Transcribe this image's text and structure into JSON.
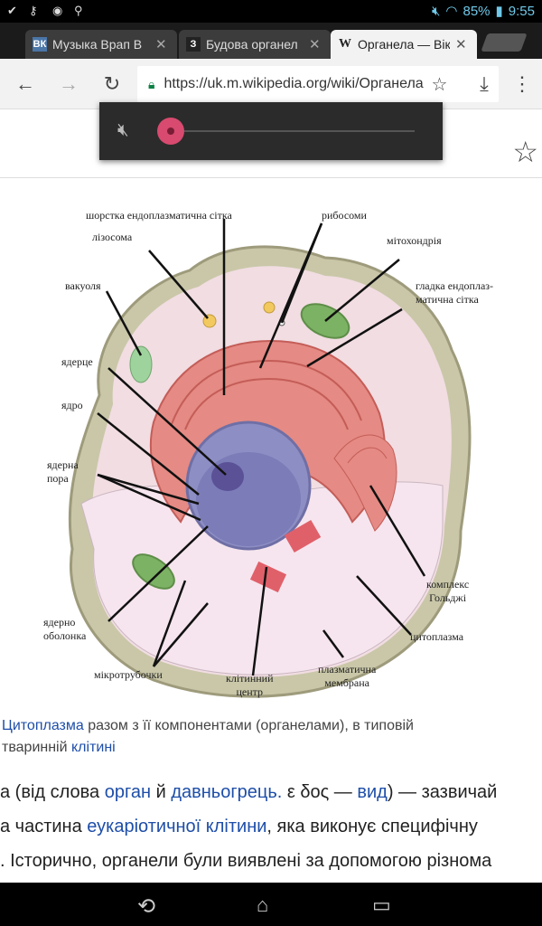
{
  "status": {
    "battery": "85%",
    "time": "9:55"
  },
  "tabs": [
    {
      "favicon": "ВК",
      "title": "Музыка Врап В",
      "active": false
    },
    {
      "favicon": "З",
      "title": "Будова органел",
      "active": false
    },
    {
      "favicon": "W",
      "title": "Органела — Вікі",
      "active": true
    }
  ],
  "toolbar": {
    "url": "https://uk.m.wikipedia.org/wiki/Органела"
  },
  "figure": {
    "labels": {
      "rough_er": "шорстка ендоплазматична сітка",
      "ribosomes": "рибосоми",
      "lysosome": "лізосома",
      "mitochondria": "мітохондрія",
      "vacuole": "вакуоля",
      "smooth_er_1": "гладка ендоплаз-",
      "smooth_er_2": "матична сітка",
      "nucleolus": "ядерце",
      "nucleus": "ядро",
      "nuclear_pore_1": "ядерна",
      "nuclear_pore_2": "пора",
      "golgi_1": "комплекс",
      "golgi_2": "Гольджі",
      "nuclear_envelope_1": "ядерно",
      "nuclear_envelope_2": "оболонка",
      "cytoplasm": "цитоплазма",
      "microtubules": "мікротрубочки",
      "centre_1": "клітинний",
      "centre_2": "центр",
      "membrane_1": "плазматична",
      "membrane_2": "мембрана"
    }
  },
  "caption": {
    "link1": "Цитоплазма",
    "text1": " разом з її компонентами (органелами), в типовій",
    "text2": "тваринній ",
    "link2": "клітині"
  },
  "body": {
    "l1_a": "а (від слова ",
    "l1_link1": "орган",
    "l1_b": " й ",
    "l1_link2": "давньогрець.",
    "l1_c": " ε δος — ",
    "l1_link3": "вид",
    "l1_d": ") — зазвичай",
    "l2_a": "а частина ",
    "l2_link1": "еукаріотичної клітини",
    "l2_b": ", яка виконує специфічну",
    "l3": ". Історично, органели були виявлені за допомогою різнома"
  }
}
